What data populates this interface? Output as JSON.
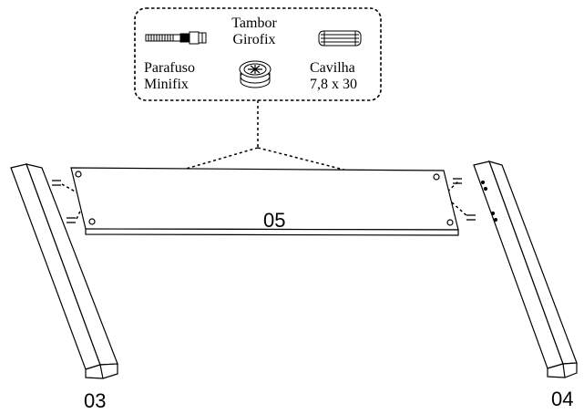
{
  "hardware_legend": {
    "minifix_screw": {
      "line1": "Parafuso",
      "line2": "Minifix"
    },
    "minifix_cam": {
      "line1": "Tambor",
      "line2": "Girofix"
    },
    "dowel": {
      "line1": "Cavilha",
      "line2": "7,8 x 30"
    }
  },
  "parts": {
    "top_panel": "05",
    "left_leg": "03",
    "right_leg": "04"
  }
}
